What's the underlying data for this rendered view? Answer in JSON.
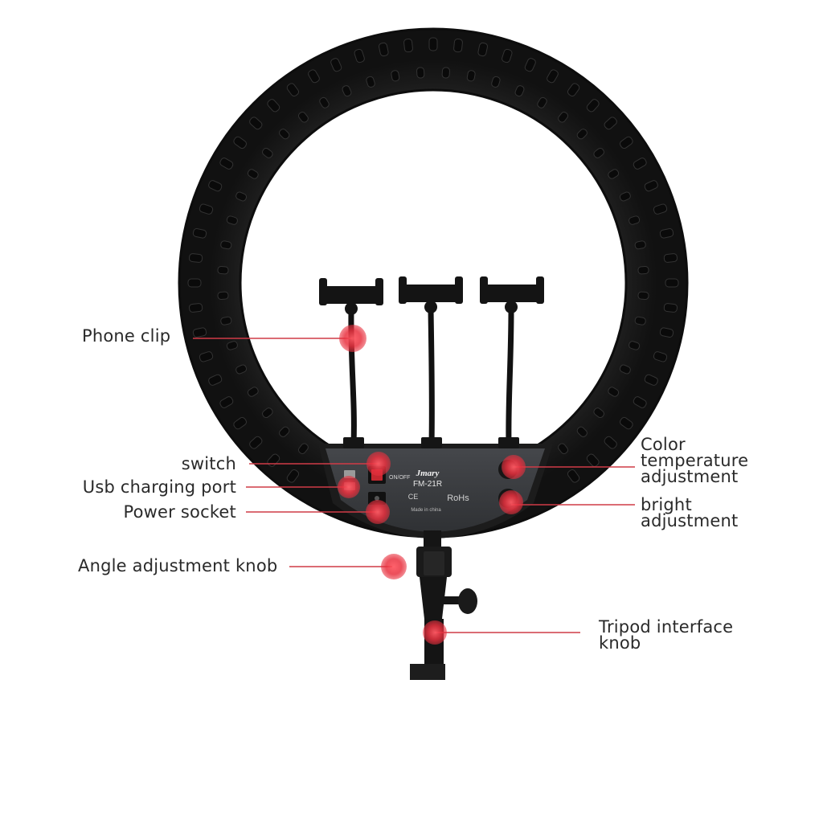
{
  "product": {
    "brand": "Jmary",
    "model": "FM-21R",
    "panel_texts": {
      "on_off": "ON/OFF",
      "made_in": "Made in china",
      "ce": "CE",
      "rohs": "RoHs"
    }
  },
  "colors": {
    "ring": "#1b1b1b",
    "ring_edge": "#2c2c2c",
    "ring_slot": "#0a0a0a",
    "panel": "#3b3d41",
    "marker": "#e8303e",
    "leader": "#cf3b47",
    "label_text": "#2a2a2a"
  },
  "callouts": {
    "phone_clip": {
      "lines": [
        "Phone clip"
      ]
    },
    "switch": {
      "lines": [
        "switch"
      ]
    },
    "usb_port": {
      "lines": [
        "Usb charging port"
      ]
    },
    "power_socket": {
      "lines": [
        "Power socket"
      ]
    },
    "angle_knob": {
      "lines": [
        "Angle adjustment knob"
      ]
    },
    "color_temp": {
      "lines": [
        "Color",
        "temperature",
        "adjustment"
      ]
    },
    "bright": {
      "lines": [
        "bright",
        "adjustment"
      ]
    },
    "tripod_knob": {
      "lines": [
        "Tripod interface",
        "knob"
      ]
    }
  }
}
